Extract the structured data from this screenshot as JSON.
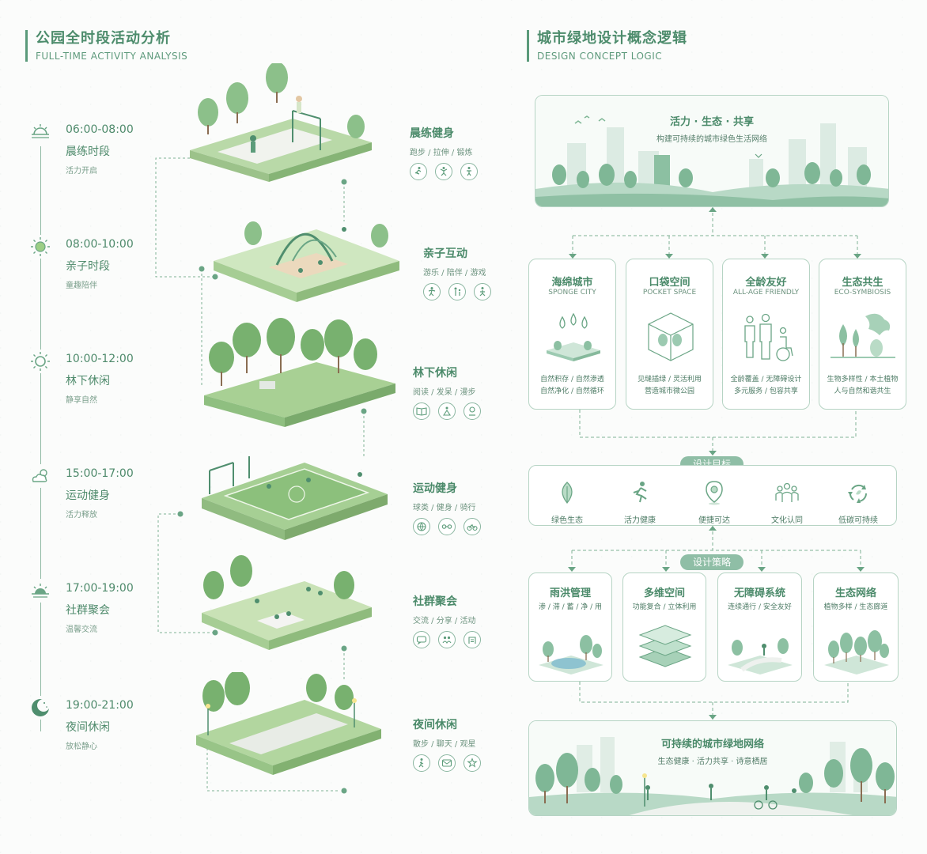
{
  "left_header": {
    "title_cn": "公园全时段活动分析",
    "title_en": "FULL-TIME ACTIVITY ANALYSIS"
  },
  "right_header": {
    "title_cn": "城市绿地设计概念逻辑",
    "title_en": "DESIGN CONCEPT LOGIC"
  },
  "timeline": [
    {
      "range": "06:00-08:00",
      "name": "晨练时段",
      "desc": "活力开启",
      "icon": "sunrise-icon"
    },
    {
      "range": "08:00-10:00",
      "name": "亲子时段",
      "desc": "童趣陪伴",
      "icon": "sun-icon"
    },
    {
      "range": "10:00-12:00",
      "name": "林下休闲",
      "desc": "静享自然",
      "icon": "sun-outline-icon"
    },
    {
      "range": "15:00-17:00",
      "name": "运动健身",
      "desc": "活力释放",
      "icon": "cloud-sun-icon"
    },
    {
      "range": "17:00-19:00",
      "name": "社群聚会",
      "desc": "温馨交流",
      "icon": "sunset-icon"
    },
    {
      "range": "19:00-21:00",
      "name": "夜间休闲",
      "desc": "放松静心",
      "icon": "moon-icon"
    }
  ],
  "activities": [
    {
      "label": "晨练健身",
      "sub": "跑步 / 拉伸 / 锻炼"
    },
    {
      "label": "亲子互动",
      "sub": "游乐 / 陪伴 / 游戏"
    },
    {
      "label": "林下休闲",
      "sub": "阅读 / 发呆 / 漫步"
    },
    {
      "label": "运动健身",
      "sub": "球类 / 健身 / 骑行"
    },
    {
      "label": "社群聚会",
      "sub": "交流 / 分享 / 活动"
    },
    {
      "label": "夜间休闲",
      "sub": "散步 / 聊天 / 观星"
    }
  ],
  "hero": {
    "title": "活力 · 生态 · 共享",
    "subtitle": "构建可持续的城市绿色生活网络"
  },
  "concepts": [
    {
      "title": "海绵城市",
      "en": "SPONGE CITY",
      "desc1": "自然积存 / 自然渗透",
      "desc2": "自然净化 / 自然循环",
      "icon": "raindrop-icon"
    },
    {
      "title": "口袋空间",
      "en": "POCKET SPACE",
      "desc1": "见缝插绿 / 灵活利用",
      "desc2": "营造城市微公园",
      "icon": "cube-icon"
    },
    {
      "title": "全龄友好",
      "en": "ALL-AGE FRIENDLY",
      "desc1": "全龄覆盖 / 无障碍设计",
      "desc2": "多元服务 / 包容共享",
      "icon": "family-icon"
    },
    {
      "title": "生态共生",
      "en": "ECO-SYMBIOSIS",
      "desc1": "生物多样性 / 本土植物",
      "desc2": "人与自然和谐共生",
      "icon": "bird-tree-icon"
    }
  ],
  "goals_label": "设计目标",
  "goals": [
    {
      "label": "绿色生态",
      "icon": "leaf-icon"
    },
    {
      "label": "活力健康",
      "icon": "runner-icon"
    },
    {
      "label": "便捷可达",
      "icon": "pin-icon"
    },
    {
      "label": "文化认同",
      "icon": "people-icon"
    },
    {
      "label": "低碳可持续",
      "icon": "recycle-icon"
    }
  ],
  "strategy_label": "设计策略",
  "strategies": [
    {
      "title": "雨洪管理",
      "desc": "渗 / 滞 / 蓄 / 净 / 用"
    },
    {
      "title": "多维空间",
      "desc": "功能复合 / 立体利用"
    },
    {
      "title": "无障碍系统",
      "desc": "连续通行 / 安全友好"
    },
    {
      "title": "生态网络",
      "desc": "植物多样 / 生态廊道"
    }
  ],
  "bottom": {
    "title": "可持续的城市绿地网络",
    "subtitle": "生态健康 · 活力共享 · 诗意栖居"
  },
  "colors": {
    "primary": "#4b8a6a",
    "light": "#a8d3b8",
    "pale": "#e6f2ea"
  }
}
